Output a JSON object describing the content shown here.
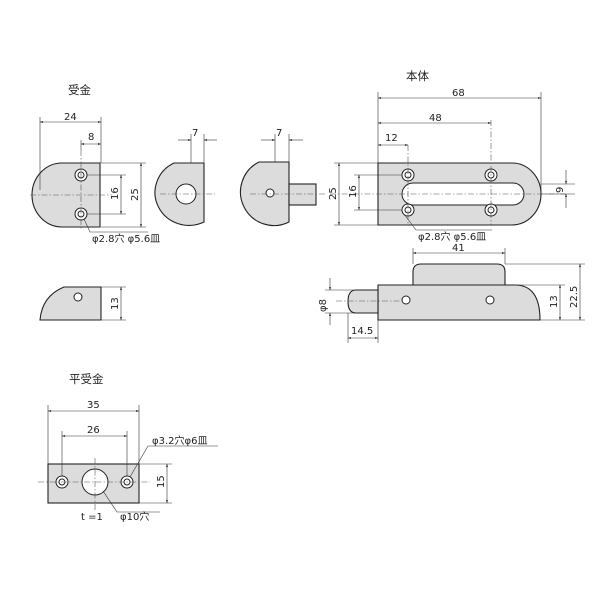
{
  "titles": {
    "receiver": "受金",
    "body": "本体",
    "flat_receiver": "平受金"
  },
  "receiver": {
    "dim_width": "24",
    "dim_offset": "8",
    "dim_hole_pitch": "16",
    "dim_height": "25",
    "hole_note": "φ2.8穴 φ5.6皿",
    "side_dim": "7",
    "lower_dim": "13"
  },
  "body": {
    "side_dim": "7",
    "dim_total": "68",
    "dim_pitch": "48",
    "dim_offset": "12",
    "dim_height": "25",
    "dim_hole_pitch": "16",
    "dim_end": "9",
    "hole_note": "φ2.8穴 φ5.6皿",
    "dim_top": "41",
    "dim_rod_dia": "φ8",
    "dim_overall_height": "22.5",
    "dim_base_height": "13",
    "dim_rod_length": "14.5"
  },
  "flat_receiver": {
    "dim_width": "35",
    "dim_pitch": "26",
    "hole_note": "φ3.2穴φ6皿",
    "dim_height": "15",
    "thickness": "t =1",
    "center_note": "φ10穴"
  },
  "colors": {
    "part_fill": "#dcdcdc",
    "line": "#222222"
  }
}
